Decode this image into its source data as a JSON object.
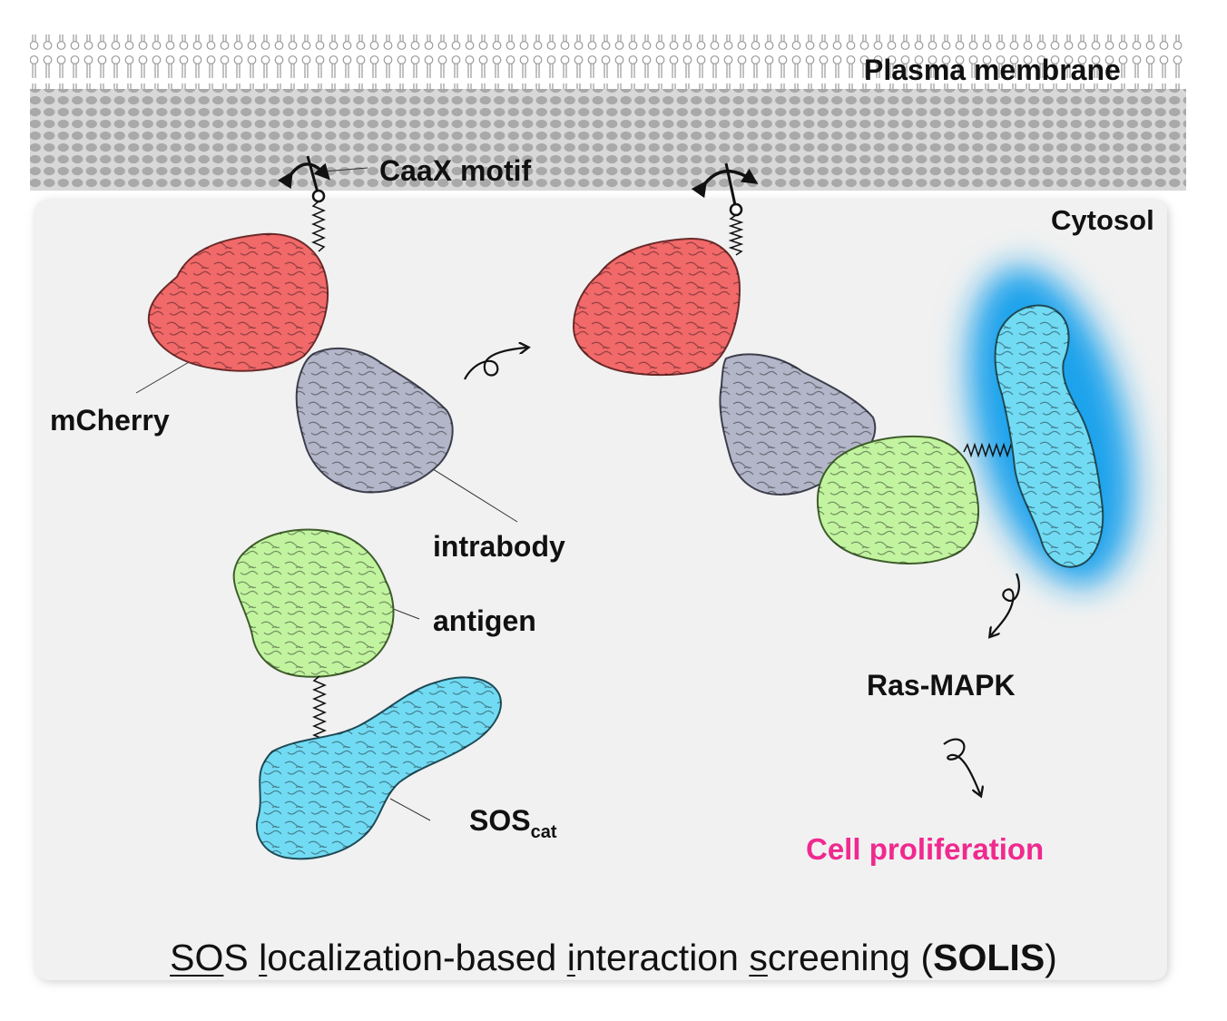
{
  "labels": {
    "membrane": "Plasma membrane",
    "cytosol": "Cytosol",
    "caax": "CaaX motif",
    "mcherry": "mCherry",
    "intrabody": "intrabody",
    "antigen": "antigen",
    "sos_main": "SOS",
    "sos_sub": "cat",
    "ras_mapk": "Ras-MAPK",
    "proliferation": "Cell proliferation"
  },
  "caption": {
    "p1": "SO",
    "p2": "S ",
    "p3": "l",
    "p4": "ocalization-based ",
    "p5": "i",
    "p6": "nteraction ",
    "p7": "s",
    "p8": "creening (",
    "p9": "SOLIS",
    "p10": ")"
  },
  "colors": {
    "mcherry": "#f2696a",
    "intrabody": "#b3b6c8",
    "antigen": "#c2f4a0",
    "sos": "#72dbf4",
    "glow": "#1aa3ec",
    "proliferation": "#f0298f",
    "cytosol_bg": "#f1f1f1",
    "membrane_bg": "#d8d8d8"
  },
  "icons": [
    "membrane-anchor-icon",
    "spring-linker-icon",
    "curly-arrow-icon"
  ]
}
